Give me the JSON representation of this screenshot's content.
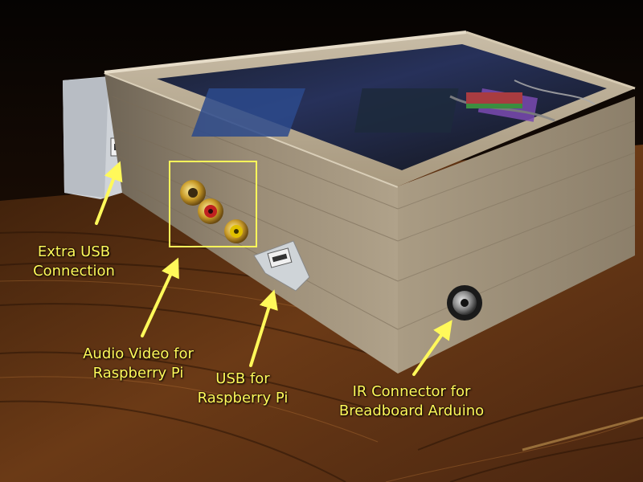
{
  "annotations": {
    "extra_usb": "Extra USB\nConnection",
    "audio_video": "Audio Video for\nRaspberry Pi",
    "usb_pi": "USB for\nRaspberry Pi",
    "ir_connector": "IR Connector for\nBreadboard Arduino"
  },
  "colors": {
    "annotation": "#fff95a",
    "wood_table": "#6b3a16",
    "box_wood": "#a89880"
  }
}
